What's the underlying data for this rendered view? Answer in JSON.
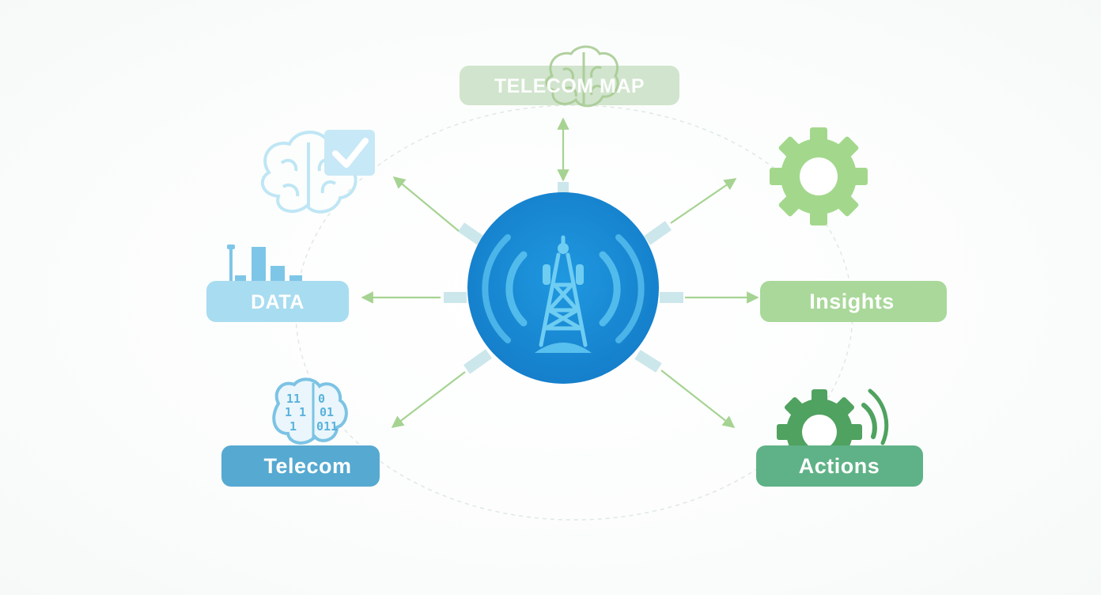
{
  "diagram": {
    "hub": {
      "icon": "cell-tower-icon",
      "color": "#1a8ad6"
    },
    "nodes": {
      "top": {
        "label": "TELECOM MAP",
        "icon": "brain-icon",
        "color": "#c9dfc4"
      },
      "data": {
        "label": "DATA",
        "icon": "bar-chart-icon",
        "color": "#a8dcf0"
      },
      "telecom": {
        "label": "Telecom",
        "icon": "binary-brain-icon",
        "color": "#56a9d0"
      },
      "insights": {
        "label": "Insights",
        "icon": "gear-icon",
        "color": "#a9d89a"
      },
      "actions": {
        "label": "Actions",
        "icon": "gear-signal-icon",
        "color": "#5fb287"
      },
      "upper_left": {
        "icon": "brain-check-icon",
        "color": "#c7e8f6"
      }
    },
    "colors": {
      "arrow": "#a6d392",
      "connector": "#bfe0e6",
      "orbit": "#dfe9e3"
    }
  }
}
